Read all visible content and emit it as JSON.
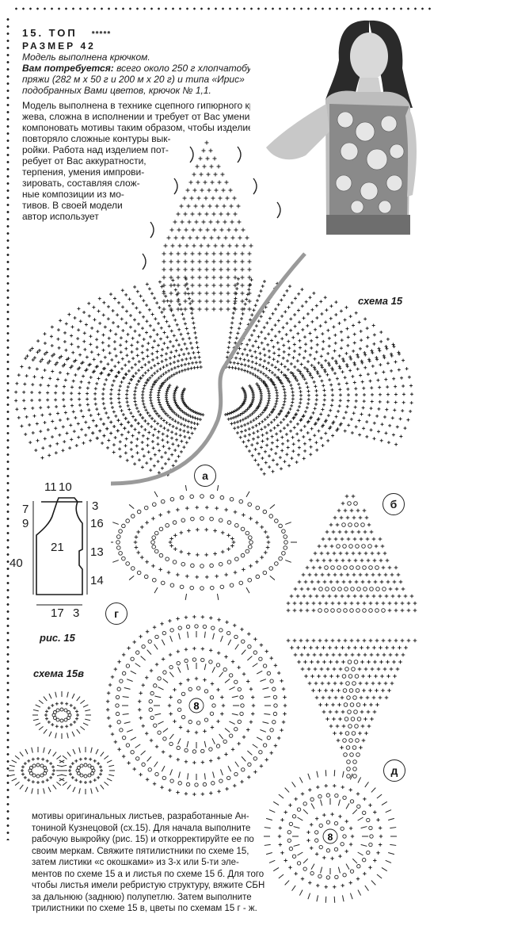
{
  "header": {
    "title": "15. ТОП",
    "stars": "*****",
    "size_line": "РАЗМЕР   42",
    "model_note": "Модель выполнена крючком.",
    "needs_label": "Вам потребуется:",
    "needs_text": " всего около 250 г хлопчатобумажной пряжи (282 м х 50 г и 200 м х 20 г) и типа «Ирис» подобранных Вами цветов, крючок № 1,1."
  },
  "intro_lines": [
    "Модель выполнена в технике сцепного гипюрного кру-",
    "жева, сложна в исполнении и требует от Вас умения",
    "компоновать мотивы таким образом, чтобы изделие",
    "повторяло сложные контуры вык-",
    "ройки. Работа над изделием пот-",
    "ребует от Вас аккуратности,",
    "терпения, умения импрови-",
    "зировать, составляя слож-",
    "ные композиции из мо-",
    "тивов. В своей модели",
    "автор     использует"
  ],
  "labels": {
    "scheme_15": "схема 15",
    "fig_15": "рис. 15",
    "scheme_15v": "схема 15в",
    "circle_a": "а",
    "circle_b": "б",
    "circle_g": "г",
    "circle_d": "д",
    "motif_center_1": "8",
    "motif_center_2": "8"
  },
  "pattern_dimensions": {
    "top_left": "11",
    "top_right": "10",
    "left_7": "7",
    "left_9": "9",
    "left_40": "40",
    "right_3": "3",
    "right_16": "16",
    "right_13": "13",
    "right_14": "14",
    "center_21": "21",
    "bottom_17": "17",
    "bottom_3": "3"
  },
  "bottom_lines": [
    "мотивы оригинальных листьев, разработанные Ан-",
    "тониной Кузнецовой (сх.15). Для начала выполните",
    "рабочую выкройку (рис. 15) и откорректируйте ее по",
    "своим меркам. Свяжите пятилистники по схеме 15,",
    "затем листики «с окошками» из 3-х или 5-ти эле-",
    "ментов по схеме 15 а и листья по схеме 15 б. Для того",
    "чтобы листья имели ребристую структуру, вяжите СБН",
    "за дальнюю (заднюю) полупетлю. Затем выполните",
    "трилистники по схеме 15 в, цветы по схемам 15 г - ж."
  ],
  "colors": {
    "ink": "#1a1a1a",
    "paper": "#ffffff"
  }
}
